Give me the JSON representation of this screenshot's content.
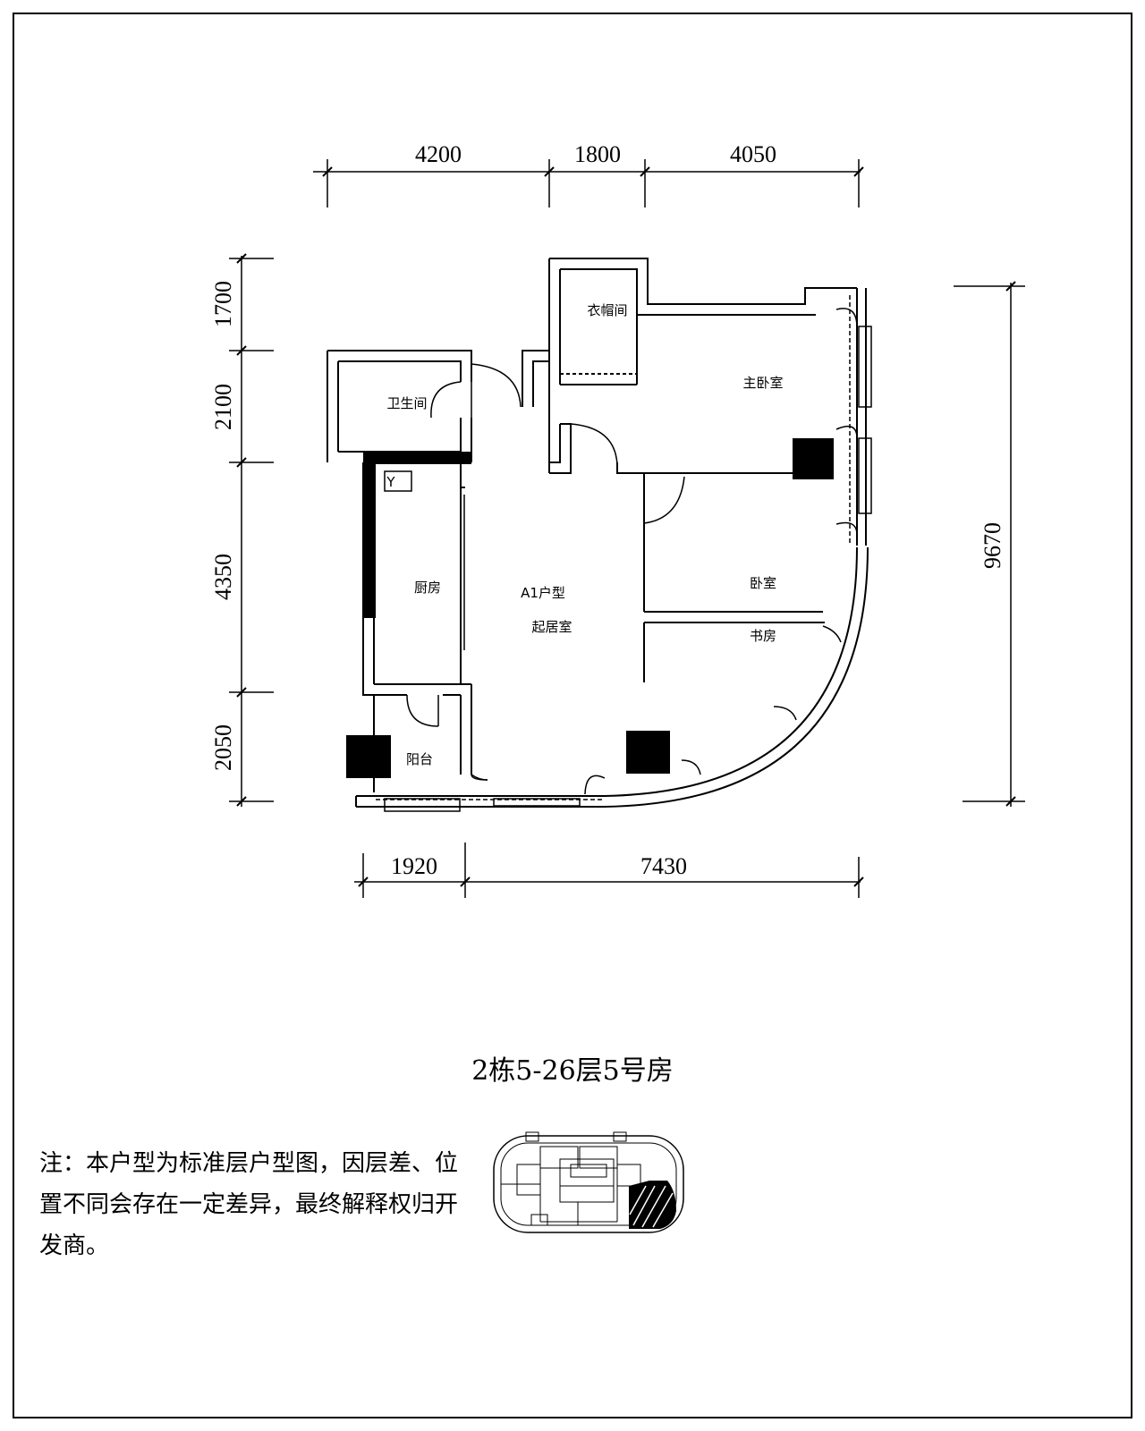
{
  "dimensions": {
    "top": [
      "4200",
      "1800",
      "4050"
    ],
    "left": [
      "1700",
      "2100",
      "4350",
      "2050"
    ],
    "right": "9670",
    "bottom": [
      "1920",
      "7430"
    ]
  },
  "rooms": {
    "cloakroom": "衣帽间",
    "master_bedroom": "主卧室",
    "bathroom": "卫生间",
    "kitchen": "厨房",
    "unit_type": "A1户型",
    "living_room": "起居室",
    "bedroom": "卧室",
    "study": "书房",
    "balcony": "阳台",
    "y_mark": "Y"
  },
  "caption": "2栋5-26层5号房",
  "note": "注：本户型为标准层户型图，因层差、位置不同会存在一定差异，最终解释权归开发商。"
}
